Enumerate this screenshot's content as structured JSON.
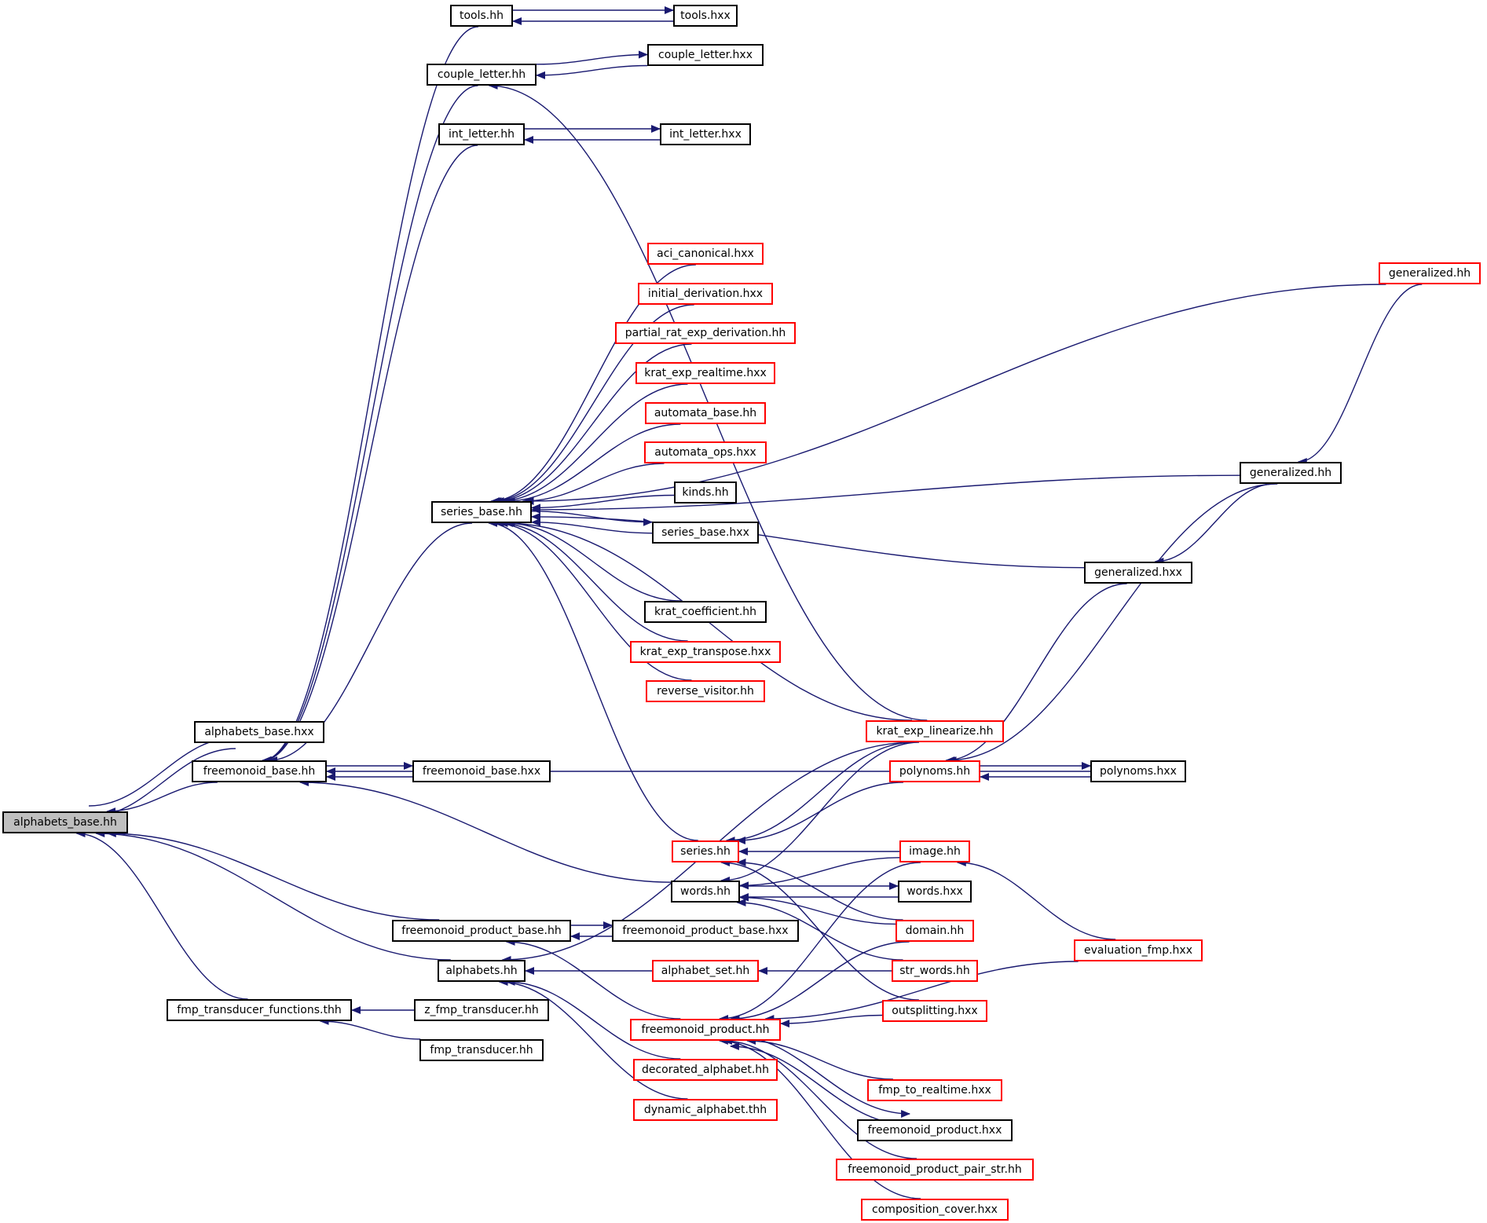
{
  "colors": {
    "edge": "#191970",
    "normal_border": "#000000",
    "link_border": "#ff0000",
    "root_fill": "#bfbfbf"
  },
  "nodes": [
    {
      "id": "alphabets_base_hh",
      "label": "alphabets_base.hh",
      "style": "root"
    },
    {
      "id": "alphabets_base_hxx",
      "label": "alphabets_base.hxx",
      "style": "normal"
    },
    {
      "id": "freemonoid_base_hh",
      "label": "freemonoid_base.hh",
      "style": "normal"
    },
    {
      "id": "freemonoid_base_hxx",
      "label": "freemonoid_base.hxx",
      "style": "normal"
    },
    {
      "id": "tools_hh",
      "label": "tools.hh",
      "style": "normal"
    },
    {
      "id": "tools_hxx",
      "label": "tools.hxx",
      "style": "normal"
    },
    {
      "id": "couple_letter_hh",
      "label": "couple_letter.hh",
      "style": "normal"
    },
    {
      "id": "couple_letter_hxx",
      "label": "couple_letter.hxx",
      "style": "normal"
    },
    {
      "id": "int_letter_hh",
      "label": "int_letter.hh",
      "style": "normal"
    },
    {
      "id": "int_letter_hxx",
      "label": "int_letter.hxx",
      "style": "normal"
    },
    {
      "id": "series_base_hh",
      "label": "series_base.hh",
      "style": "normal"
    },
    {
      "id": "aci_canonical_hxx",
      "label": "aci_canonical.hxx",
      "style": "link"
    },
    {
      "id": "initial_derivation_hxx",
      "label": "initial_derivation.hxx",
      "style": "link"
    },
    {
      "id": "partial_rat_exp_derivation_hh",
      "label": "partial_rat_exp_derivation.hh",
      "style": "link"
    },
    {
      "id": "krat_exp_realtime_hxx",
      "label": "krat_exp_realtime.hxx",
      "style": "link"
    },
    {
      "id": "automata_base_hh",
      "label": "automata_base.hh",
      "style": "link"
    },
    {
      "id": "automata_ops_hxx",
      "label": "automata_ops.hxx",
      "style": "link"
    },
    {
      "id": "kinds_hh",
      "label": "kinds.hh",
      "style": "normal"
    },
    {
      "id": "series_base_hxx",
      "label": "series_base.hxx",
      "style": "normal"
    },
    {
      "id": "krat_coefficient_hh",
      "label": "krat_coefficient.hh",
      "style": "normal"
    },
    {
      "id": "krat_exp_transpose_hxx",
      "label": "krat_exp_transpose.hxx",
      "style": "link"
    },
    {
      "id": "reverse_visitor_hh",
      "label": "reverse_visitor.hh",
      "style": "link"
    },
    {
      "id": "krat_exp_linearize_hh",
      "label": "krat_exp_linearize.hh",
      "style": "link"
    },
    {
      "id": "generalized_hh_red",
      "label": "generalized.hh",
      "style": "link"
    },
    {
      "id": "generalized_hh",
      "label": "generalized.hh",
      "style": "normal"
    },
    {
      "id": "generalized_hxx",
      "label": "generalized.hxx",
      "style": "normal"
    },
    {
      "id": "polynoms_hh",
      "label": "polynoms.hh",
      "style": "link"
    },
    {
      "id": "polynoms_hxx",
      "label": "polynoms.hxx",
      "style": "normal"
    },
    {
      "id": "series_hh",
      "label": "series.hh",
      "style": "link"
    },
    {
      "id": "image_hh",
      "label": "image.hh",
      "style": "link"
    },
    {
      "id": "words_hh",
      "label": "words.hh",
      "style": "normal"
    },
    {
      "id": "words_hxx",
      "label": "words.hxx",
      "style": "normal"
    },
    {
      "id": "domain_hh",
      "label": "domain.hh",
      "style": "link"
    },
    {
      "id": "evaluation_fmp_hxx",
      "label": "evaluation_fmp.hxx",
      "style": "link"
    },
    {
      "id": "freemonoid_product_base_hh",
      "label": "freemonoid_product_base.hh",
      "style": "normal"
    },
    {
      "id": "freemonoid_product_base_hxx",
      "label": "freemonoid_product_base.hxx",
      "style": "normal"
    },
    {
      "id": "alphabets_hh",
      "label": "alphabets.hh",
      "style": "normal"
    },
    {
      "id": "alphabet_set_hh",
      "label": "alphabet_set.hh",
      "style": "link"
    },
    {
      "id": "str_words_hh",
      "label": "str_words.hh",
      "style": "link"
    },
    {
      "id": "fmp_transducer_functions_thh",
      "label": "fmp_transducer_functions.thh",
      "style": "normal"
    },
    {
      "id": "z_fmp_transducer_hh",
      "label": "z_fmp_transducer.hh",
      "style": "normal"
    },
    {
      "id": "fmp_transducer_hh",
      "label": "fmp_transducer.hh",
      "style": "normal"
    },
    {
      "id": "outsplitting_hxx",
      "label": "outsplitting.hxx",
      "style": "link"
    },
    {
      "id": "freemonoid_product_hh",
      "label": "freemonoid_product.hh",
      "style": "link"
    },
    {
      "id": "decorated_alphabet_hh",
      "label": "decorated_alphabet.hh",
      "style": "link"
    },
    {
      "id": "dynamic_alphabet_thh",
      "label": "dynamic_alphabet.thh",
      "style": "link"
    },
    {
      "id": "fmp_to_realtime_hxx",
      "label": "fmp_to_realtime.hxx",
      "style": "link"
    },
    {
      "id": "freemonoid_product_hxx",
      "label": "freemonoid_product.hxx",
      "style": "normal"
    },
    {
      "id": "freemonoid_product_pair_str_hh",
      "label": "freemonoid_product_pair_str.hh",
      "style": "link"
    },
    {
      "id": "composition_cover_hxx",
      "label": "composition_cover.hxx",
      "style": "link"
    }
  ],
  "edges": [
    [
      "alphabets_base_hh",
      "alphabets_base_hxx"
    ],
    [
      "alphabets_base_hxx",
      "alphabets_base_hh"
    ],
    [
      "freemonoid_base_hh",
      "alphabets_base_hh"
    ],
    [
      "freemonoid_product_base_hh",
      "alphabets_base_hh"
    ],
    [
      "alphabets_hh",
      "alphabets_base_hh"
    ],
    [
      "fmp_transducer_functions_thh",
      "alphabets_base_hh"
    ],
    [
      "tools_hh",
      "freemonoid_base_hh"
    ],
    [
      "couple_letter_hh",
      "freemonoid_base_hh"
    ],
    [
      "int_letter_hh",
      "freemonoid_base_hh"
    ],
    [
      "series_base_hh",
      "freemonoid_base_hh"
    ],
    [
      "freemonoid_base_hh",
      "freemonoid_base_hxx"
    ],
    [
      "freemonoid_base_hxx",
      "freemonoid_base_hh"
    ],
    [
      "polynoms_hxx",
      "freemonoid_base_hh"
    ],
    [
      "words_hh",
      "freemonoid_base_hh"
    ],
    [
      "tools_hh",
      "tools_hxx"
    ],
    [
      "tools_hxx",
      "tools_hh"
    ],
    [
      "couple_letter_hh",
      "couple_letter_hxx"
    ],
    [
      "couple_letter_hxx",
      "couple_letter_hh"
    ],
    [
      "krat_exp_linearize_hh",
      "couple_letter_hh"
    ],
    [
      "int_letter_hh",
      "int_letter_hxx"
    ],
    [
      "int_letter_hxx",
      "int_letter_hh"
    ],
    [
      "aci_canonical_hxx",
      "series_base_hh"
    ],
    [
      "initial_derivation_hxx",
      "series_base_hh"
    ],
    [
      "partial_rat_exp_derivation_hh",
      "series_base_hh"
    ],
    [
      "krat_exp_realtime_hxx",
      "series_base_hh"
    ],
    [
      "automata_base_hh",
      "series_base_hh"
    ],
    [
      "automata_ops_hxx",
      "series_base_hh"
    ],
    [
      "kinds_hh",
      "series_base_hh"
    ],
    [
      "series_base_hh",
      "series_base_hxx"
    ],
    [
      "series_base_hxx",
      "series_base_hh"
    ],
    [
      "krat_coefficient_hh",
      "series_base_hh"
    ],
    [
      "krat_exp_transpose_hxx",
      "series_base_hh"
    ],
    [
      "reverse_visitor_hh",
      "series_base_hh"
    ],
    [
      "krat_exp_linearize_hh",
      "series_base_hh"
    ],
    [
      "generalized_hh_red",
      "series_base_hh"
    ],
    [
      "generalized_hh",
      "series_base_hh"
    ],
    [
      "generalized_hxx",
      "series_base_hh"
    ],
    [
      "series_hh",
      "series_base_hh"
    ],
    [
      "generalized_hh_red",
      "generalized_hh"
    ],
    [
      "generalized_hh",
      "generalized_hxx"
    ],
    [
      "generalized_hxx",
      "polynoms_hh"
    ],
    [
      "generalized_hh",
      "polynoms_hh"
    ],
    [
      "polynoms_hh",
      "polynoms_hxx"
    ],
    [
      "polynoms_hxx",
      "polynoms_hh"
    ],
    [
      "krat_exp_linearize_hh",
      "series_hh"
    ],
    [
      "polynoms_hh",
      "series_hh"
    ],
    [
      "image_hh",
      "series_hh"
    ],
    [
      "domain_hh",
      "series_hh"
    ],
    [
      "outsplitting_hxx",
      "series_hh"
    ],
    [
      "krat_exp_linearize_hh",
      "words_hh"
    ],
    [
      "image_hh",
      "words_hh"
    ],
    [
      "words_hh",
      "words_hxx"
    ],
    [
      "words_hxx",
      "words_hh"
    ],
    [
      "domain_hh",
      "words_hh"
    ],
    [
      "str_words_hh",
      "words_hh"
    ],
    [
      "evaluation_fmp_hxx",
      "image_hh"
    ],
    [
      "evaluation_fmp_hxx",
      "freemonoid_product_hh"
    ],
    [
      "freemonoid_product_base_hh",
      "freemonoid_product_base_hxx"
    ],
    [
      "freemonoid_product_base_hxx",
      "freemonoid_product_base_hh"
    ],
    [
      "freemonoid_product_hh",
      "freemonoid_product_base_hh"
    ],
    [
      "krat_exp_linearize_hh",
      "alphabets_hh"
    ],
    [
      "alphabet_set_hh",
      "alphabets_hh"
    ],
    [
      "decorated_alphabet_hh",
      "alphabets_hh"
    ],
    [
      "dynamic_alphabet_thh",
      "alphabets_hh"
    ],
    [
      "str_words_hh",
      "alphabet_set_hh"
    ],
    [
      "z_fmp_transducer_hh",
      "fmp_transducer_functions_thh"
    ],
    [
      "fmp_transducer_hh",
      "fmp_transducer_functions_thh"
    ],
    [
      "outsplitting_hxx",
      "freemonoid_product_hh"
    ],
    [
      "image_hh",
      "freemonoid_product_hh"
    ],
    [
      "domain_hh",
      "freemonoid_product_hh"
    ],
    [
      "fmp_to_realtime_hxx",
      "freemonoid_product_hh"
    ],
    [
      "freemonoid_product_hh",
      "freemonoid_product_hxx"
    ],
    [
      "freemonoid_product_hxx",
      "freemonoid_product_hh"
    ],
    [
      "freemonoid_product_pair_str_hh",
      "freemonoid_product_hh"
    ],
    [
      "composition_cover_hxx",
      "freemonoid_product_hh"
    ]
  ]
}
